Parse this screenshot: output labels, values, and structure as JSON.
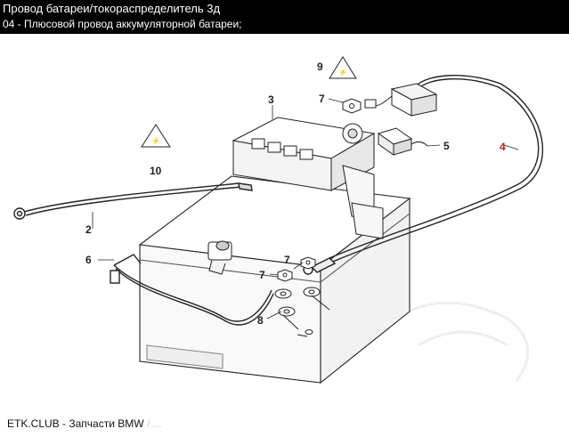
{
  "header": {
    "title": "Провод батареи/токораспределитель 3д",
    "subtitle": "04 - Плюсовой провод аккумуляторной батареи;"
  },
  "callouts": [
    {
      "id": "2",
      "label": "2"
    },
    {
      "id": "3",
      "label": "3"
    },
    {
      "id": "5",
      "label": "5"
    },
    {
      "id": "6",
      "label": "6"
    },
    {
      "id": "7a",
      "label": "7"
    },
    {
      "id": "7b",
      "label": "7"
    },
    {
      "id": "7c",
      "label": "7"
    },
    {
      "id": "8",
      "label": "8"
    },
    {
      "id": "9",
      "label": "9"
    },
    {
      "id": "10",
      "label": "10"
    },
    {
      "id": "4",
      "label": "4",
      "highlight": true
    }
  ],
  "footer": {
    "text": "ETK.CLUB - Запчасти BMW",
    "ghost": " / ...",
    "highlight_color": "#d11f1f"
  }
}
